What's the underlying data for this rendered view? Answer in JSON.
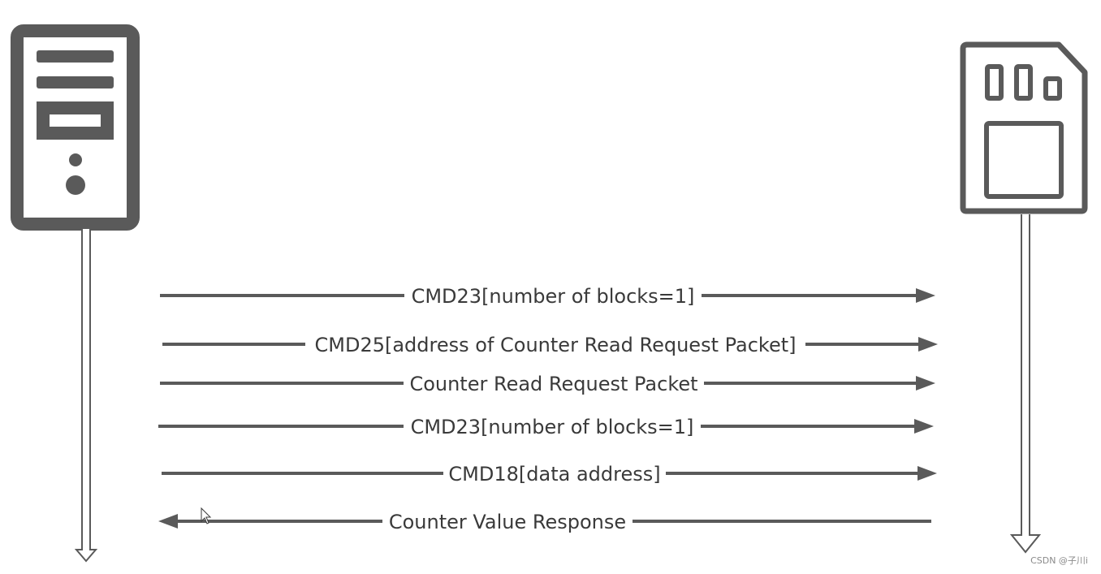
{
  "colors": {
    "stroke": "#5a5a5a",
    "text": "#3a3a3a",
    "background": "#ffffff"
  },
  "participants": [
    {
      "id": "host",
      "icon": "server-icon"
    },
    {
      "id": "card",
      "icon": "sd-card-icon"
    }
  ],
  "messages": [
    {
      "label": "CMD23[number of blocks=1]",
      "direction": "right"
    },
    {
      "label": "CMD25[address of Counter Read Request Packet]",
      "direction": "right"
    },
    {
      "label": "Counter Read Request Packet",
      "direction": "right"
    },
    {
      "label": "CMD23[number of blocks=1]",
      "direction": "right"
    },
    {
      "label": "CMD18[data address]",
      "direction": "right"
    },
    {
      "label": "Counter Value Response",
      "direction": "left"
    }
  ],
  "watermark": "CSDN @子川i"
}
